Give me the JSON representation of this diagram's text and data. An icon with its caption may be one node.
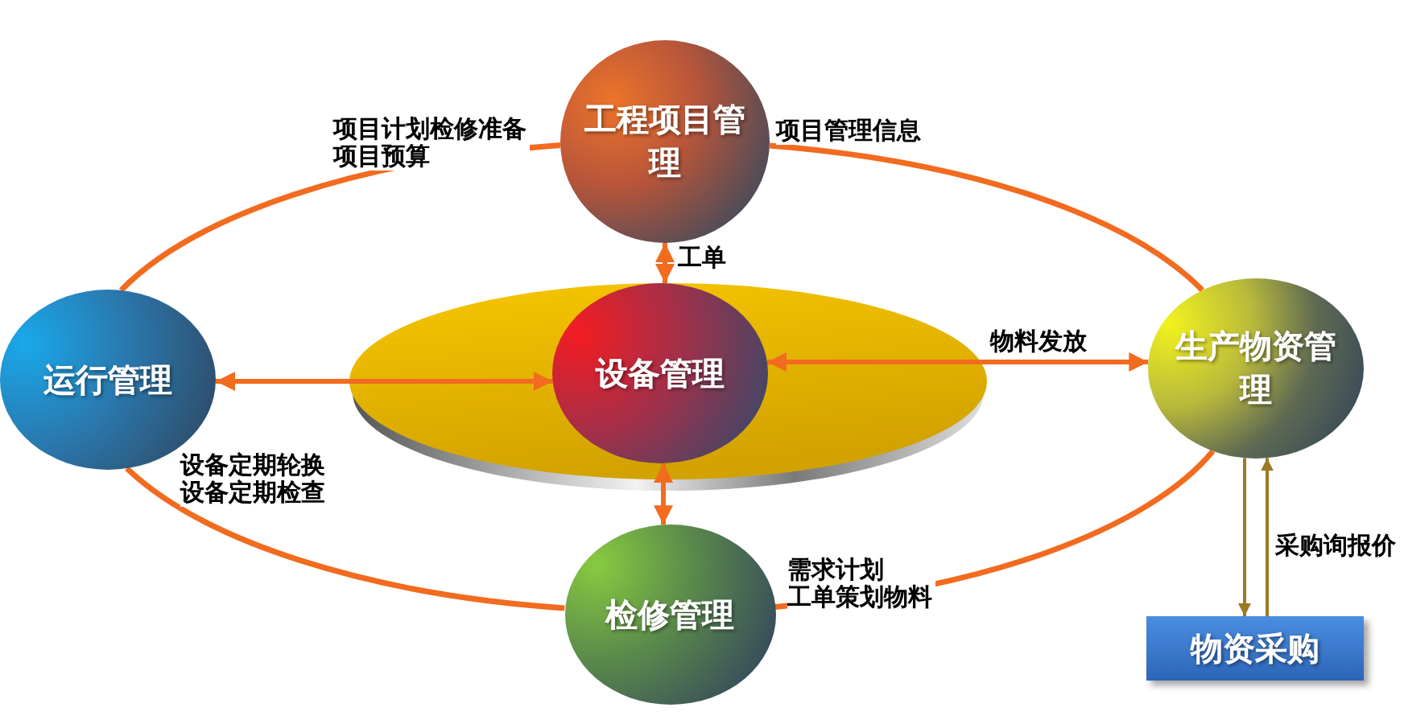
{
  "diagram": {
    "nodes": [
      {
        "text": [
          "工程项目管理"
        ]
      },
      {
        "text": [
          "运行管理"
        ]
      },
      {
        "text": [
          "设备管理"
        ]
      },
      {
        "text": [
          "生产物资管理"
        ]
      },
      {
        "text": [
          "检修管理"
        ]
      },
      {
        "text": [
          "物资采购"
        ]
      }
    ],
    "edges": [
      {
        "from": 0,
        "to": 2,
        "arrow": "both",
        "label": "工单"
      },
      {
        "from": 1,
        "to": 2,
        "arrow": "both"
      },
      {
        "from": 2,
        "to": 3,
        "arrow": "both",
        "label": "物料发放"
      },
      {
        "from": 2,
        "to": 4,
        "arrow": "both"
      },
      {
        "from": 3,
        "to": 5,
        "arrow": "to",
        "color": "#9c7a22"
      },
      {
        "from": 5,
        "to": 3,
        "arrow": "to",
        "color": "#9c7a22",
        "label": "采购询报价"
      },
      {
        "from": 1,
        "to": 0,
        "arrow": "none",
        "label": "项目计划检修准备项目预算"
      },
      {
        "from": 0,
        "to": 3,
        "arrow": "none",
        "label": "项目管理信息"
      },
      {
        "from": 1,
        "to": 4,
        "arrow": "none",
        "label": "设备定期轮换设备定期检查"
      },
      {
        "from": 4,
        "to": 3,
        "arrow": "none",
        "label": "需求计划工单策划物料"
      }
    ]
  }
}
